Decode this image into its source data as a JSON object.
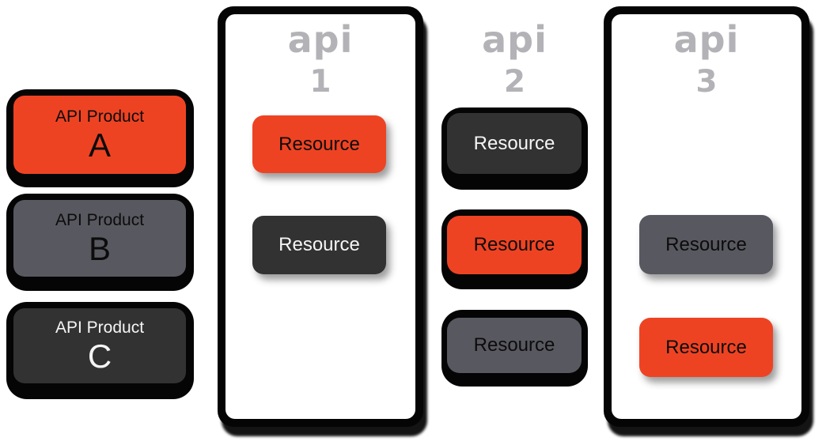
{
  "colors": {
    "red": "#EE4323",
    "dark_gray": "#323232",
    "slate_gray": "#585860",
    "outline_black": "#050505",
    "api_heading_gray": "#B3B3B7",
    "container_white": "#FFFFFF"
  },
  "products": [
    {
      "title": "API Product",
      "letter": "A",
      "fill": "red",
      "text_color": "black"
    },
    {
      "title": "API Product",
      "letter": "B",
      "fill": "slate_gray",
      "text_color": "black"
    },
    {
      "title": "API Product",
      "letter": "C",
      "fill": "dark_gray",
      "text_color": "white"
    }
  ],
  "apis": [
    {
      "label": "api",
      "number": "1",
      "has_container": true,
      "resources": [
        {
          "label": "Resource",
          "fill": "red",
          "text_color": "black"
        },
        {
          "label": "Resource",
          "fill": "dark_gray",
          "text_color": "white"
        }
      ]
    },
    {
      "label": "api",
      "number": "2",
      "has_container": false,
      "resources": [
        {
          "label": "Resource",
          "fill": "dark_gray",
          "text_color": "white"
        },
        {
          "label": "Resource",
          "fill": "red",
          "text_color": "black"
        },
        {
          "label": "Resource",
          "fill": "slate_gray",
          "text_color": "black"
        }
      ]
    },
    {
      "label": "api",
      "number": "3",
      "has_container": true,
      "resources": [
        {
          "label": "Resource",
          "fill": "slate_gray",
          "text_color": "black"
        },
        {
          "label": "Resource",
          "fill": "red",
          "text_color": "black"
        }
      ]
    }
  ]
}
